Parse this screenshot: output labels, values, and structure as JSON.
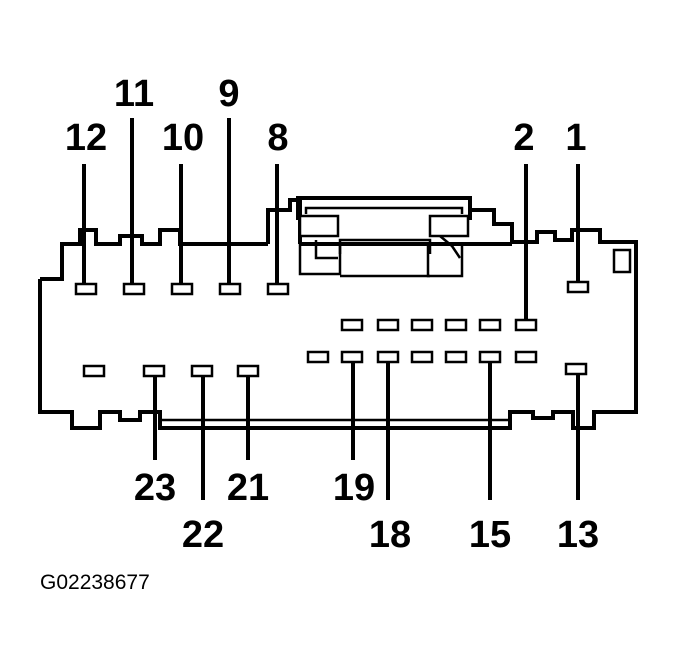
{
  "diagram": {
    "type": "connector-pinout",
    "pin_labels": {
      "p1": "1",
      "p2": "2",
      "p8": "8",
      "p9": "9",
      "p10": "10",
      "p11": "11",
      "p12": "12",
      "p13": "13",
      "p15": "15",
      "p18": "18",
      "p19": "19",
      "p21": "21",
      "p22": "22",
      "p23": "23"
    },
    "figure_id": "G02238677"
  }
}
